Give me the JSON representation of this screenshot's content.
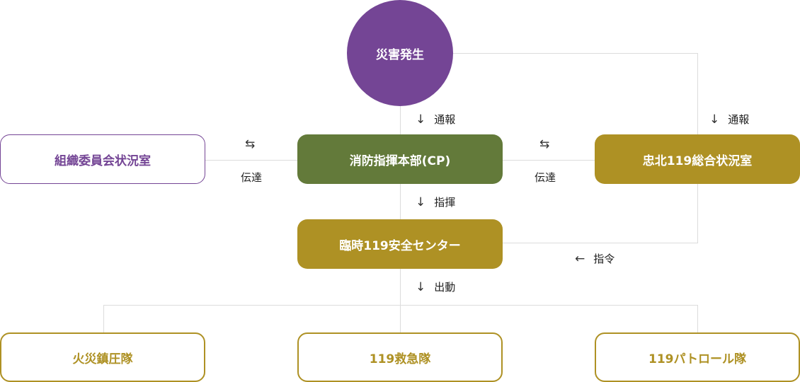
{
  "colors": {
    "purple": "#744595",
    "green": "#637a3a",
    "gold": "#ae9124",
    "line": "#dcdcdc"
  },
  "nodes": {
    "disaster": "災害発生",
    "command_hq": "消防指揮本部(CP)",
    "org_committee": "組織委員会状況室",
    "chungbuk": "忠北119総合状況室",
    "temp_center": "臨時119安全センター",
    "fire_team": "火災鎮圧隊",
    "ems_team": "119救急隊",
    "patrol_team": "119パトロール隊"
  },
  "edges": {
    "report_center": {
      "icon": "↓",
      "text": "通報"
    },
    "report_right": {
      "icon": "↓",
      "text": "通報"
    },
    "relay_left": {
      "icon": "⇆",
      "text": "伝達"
    },
    "relay_right": {
      "icon": "⇆",
      "text": "伝達"
    },
    "command": {
      "icon": "↓",
      "text": "指揮"
    },
    "order": {
      "icon": "←",
      "text": "指令"
    },
    "dispatch": {
      "icon": "↓",
      "text": "出動"
    }
  }
}
